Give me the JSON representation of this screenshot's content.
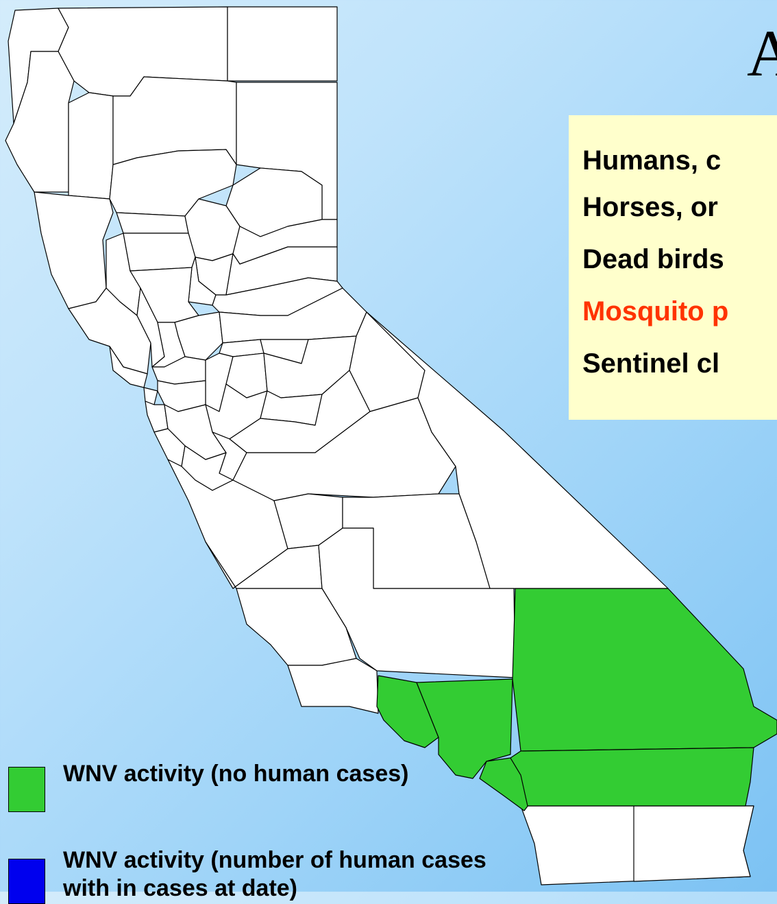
{
  "page": {
    "heading": "A"
  },
  "categories": {
    "humans": "Humans, c",
    "horses": "Horses, or",
    "dead_birds": "Dead birds",
    "mosquito": "Mosquito p",
    "sentinel": "Sentinel cl"
  },
  "legend": [
    {
      "label": "WNV activity (no human cases)",
      "color": "#33cc33"
    },
    {
      "label": "WNV activity (number of human cases with in cases at date)",
      "color": "#0000ee"
    }
  ],
  "colors": {
    "no_activity": "#ffffff",
    "activity": "#33cc33",
    "human_cases": "#0000ee",
    "mosquito_text": "#ff3300",
    "legend_bg": "#ffffcc"
  }
}
